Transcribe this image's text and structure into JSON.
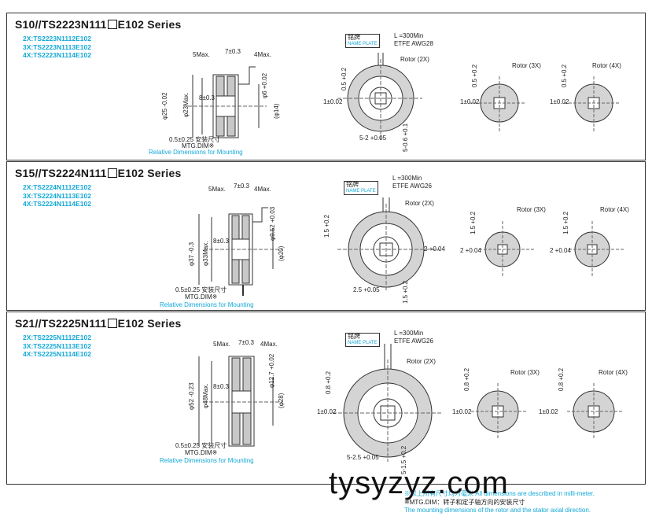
{
  "sections": [
    {
      "title_pre": "S10//TS2223N111",
      "title_post": "E102  Series",
      "models": [
        "2X:TS2223N1112E102",
        "3X:TS2223N1113E102",
        "4X:TS2223N1114E102"
      ],
      "side": {
        "top_left": "5Max.",
        "top_mid": "7±0.3",
        "top_right": "4Max.",
        "od": "φ25 -0.02",
        "od2": "φ23Max.",
        "dim8": "8±0.3",
        "shaft": "φ6 +0.02",
        "bore": "(φ14)",
        "mtg": "0.5±0.25 安装尺寸",
        "mtg2": "MTG.DIM※",
        "rel": "Relative Dimensions for Mounting"
      },
      "front": {
        "plate_cn": "铭牌",
        "plate_en": "NAME PLATE",
        "lead1": "L =300Min",
        "lead2": "ETFE AWG28",
        "rotor": "Rotor (2X)",
        "dimA": "0.5 +0.2",
        "dimB": "1±0.02",
        "dimC": "5-2 +0.05",
        "dimD": "5-0.6 +0.1"
      },
      "rotor3": {
        "label": "Rotor (3X)",
        "dimA": "0.5 +0.2",
        "dimB": "1±0.02"
      },
      "rotor4": {
        "label": "Rotor (4X)",
        "dimA": "0.5 +0.2",
        "dimB": "1±0.02"
      }
    },
    {
      "title_pre": "S15//TS2224N111",
      "title_post": "E102  Series",
      "models": [
        "2X:TS2224N1112E102",
        "3X:TS2224N1113E102",
        "4X:TS2224N1114E102"
      ],
      "side": {
        "top_left": "5Max.",
        "top_mid": "7±0.3",
        "top_right": "4Max.",
        "od": "φ37 -0.3",
        "od2": "φ33Max.",
        "dim8": "8±0.3",
        "shaft": "φ9.52 +0.03",
        "bore": "(φ20)",
        "mtg": "0.5±0.25 安装尺寸",
        "mtg2": "MTG.DIM※",
        "rel": "Relative Dimensions for Mounting"
      },
      "front": {
        "plate_cn": "铭牌",
        "plate_en": "NAME PLATE",
        "lead1": "L =300Min",
        "lead2": "ETFE AWG26",
        "rotor": "Rotor (2X)",
        "dimA": "1.5 +0.2",
        "dimB": "2 +0.04",
        "dimC": "2.5 +0.05",
        "dimD": "1.5 +0.2"
      },
      "rotor3": {
        "label": "Rotor (3X)",
        "dimA": "1.5 +0.2",
        "dimB": "2 +0.04"
      },
      "rotor4": {
        "label": "Rotor (4X)",
        "dimA": "1.5 +0.2",
        "dimB": "2 +0.04"
      }
    },
    {
      "title_pre": "S21//TS2225N111",
      "title_post": "E102  Series",
      "models": [
        "2X:TS2225N1112E102",
        "3X:TS2225N1113E102",
        "4X:TS2225N1114E102"
      ],
      "side": {
        "top_left": "5Max.",
        "top_mid": "7±0.3",
        "top_right": "4Max.",
        "od": "φ52 -0.23",
        "od2": "φ48Max.",
        "dim8": "8±0.3",
        "shaft": "φ12.7 +0.02",
        "bore": "(φ28)",
        "mtg": "0.5±0.25 安装尺寸",
        "mtg2": "MTG.DIM※",
        "rel": "Relative Dimensions for Mounting"
      },
      "front": {
        "plate_cn": "铭牌",
        "plate_en": "NAME PLATE",
        "lead1": "L =300Min",
        "lead2": "ETFE AWG26",
        "rotor": "Rotor (2X)",
        "dimA": "0.8 +0.2",
        "dimB": "1±0.02",
        "dimC": "5-2.5 +0.05",
        "dimD": "5-1.5 +0.2"
      },
      "rotor3": {
        "label": "Rotor (3X)",
        "dimA": "0.8 +0.2",
        "dimB": "1±0.02"
      },
      "rotor4": {
        "label": "Rotor (4X)",
        "dimA": "0.8 +0.2",
        "dimB": "1±0.02"
      }
    }
  ],
  "footer": {
    "line1": "※以上所有尺寸均为毫米 All dimensions are described in milli-meter.",
    "line2": "※MTG.DIM：转子和定子轴方向的安装尺寸",
    "line3": "The mounting dimensions of the rotor and the stator axial direction."
  },
  "watermark": "tysyzyz.com",
  "colors": {
    "accent": "#12a8d8",
    "hatch": "#b8b8b8",
    "line": "#333333"
  }
}
